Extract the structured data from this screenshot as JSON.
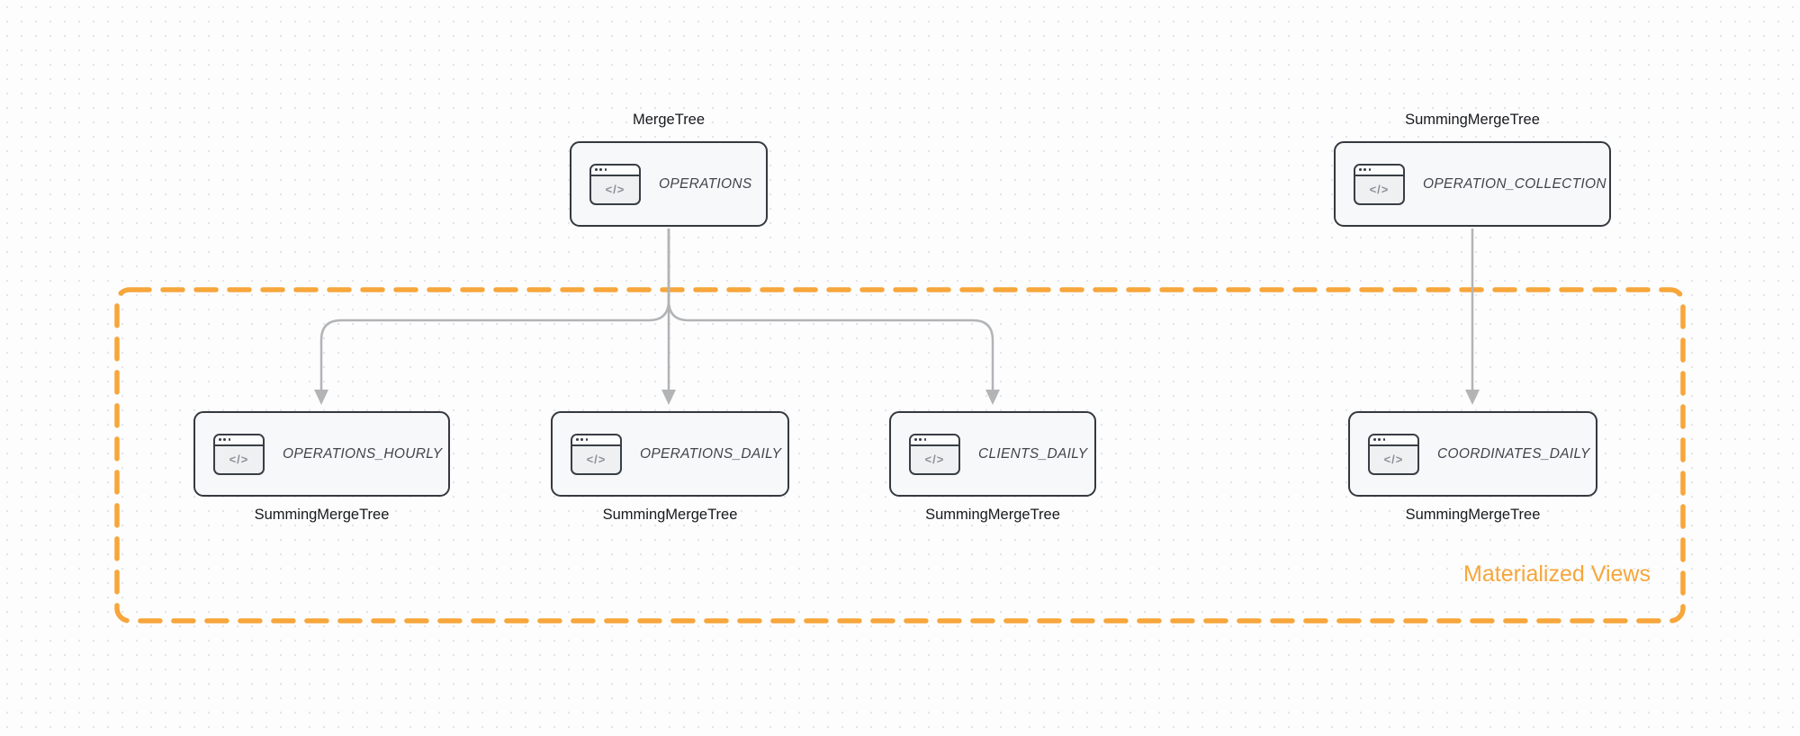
{
  "diagram": {
    "group_label": "Materialized Views",
    "icon_glyph": "</>",
    "nodes": [
      {
        "table": "OPERATIONS",
        "engine": "MergeTree",
        "engine_position": "above",
        "icon": "code-window-icon"
      },
      {
        "table": "OPERATION_COLLECTION",
        "engine": "SummingMergeTree",
        "engine_position": "above",
        "icon": "code-window-icon"
      },
      {
        "table": "OPERATIONS_HOURLY",
        "engine": "SummingMergeTree",
        "engine_position": "below",
        "icon": "code-window-icon"
      },
      {
        "table": "OPERATIONS_DAILY",
        "engine": "SummingMergeTree",
        "engine_position": "below",
        "icon": "code-window-icon"
      },
      {
        "table": "CLIENTS_DAILY",
        "engine": "SummingMergeTree",
        "engine_position": "below",
        "icon": "code-window-icon"
      },
      {
        "table": "COORDINATES_DAILY",
        "engine": "SummingMergeTree",
        "engine_position": "below",
        "icon": "code-window-icon"
      }
    ],
    "edges": [
      {
        "from": "OPERATIONS",
        "to": "OPERATIONS_HOURLY"
      },
      {
        "from": "OPERATIONS",
        "to": "OPERATIONS_DAILY"
      },
      {
        "from": "OPERATIONS",
        "to": "CLIENTS_DAILY"
      },
      {
        "from": "OPERATION_COLLECTION",
        "to": "COORDINATES_DAILY"
      }
    ],
    "colors": {
      "accent_orange": "#f7a63b",
      "arrow_gray": "#b2b4b6",
      "node_border": "#34393f",
      "node_fill": "#f7f8f9",
      "engine_label_text": "#17191c",
      "table_label_text": "#40454c"
    }
  }
}
